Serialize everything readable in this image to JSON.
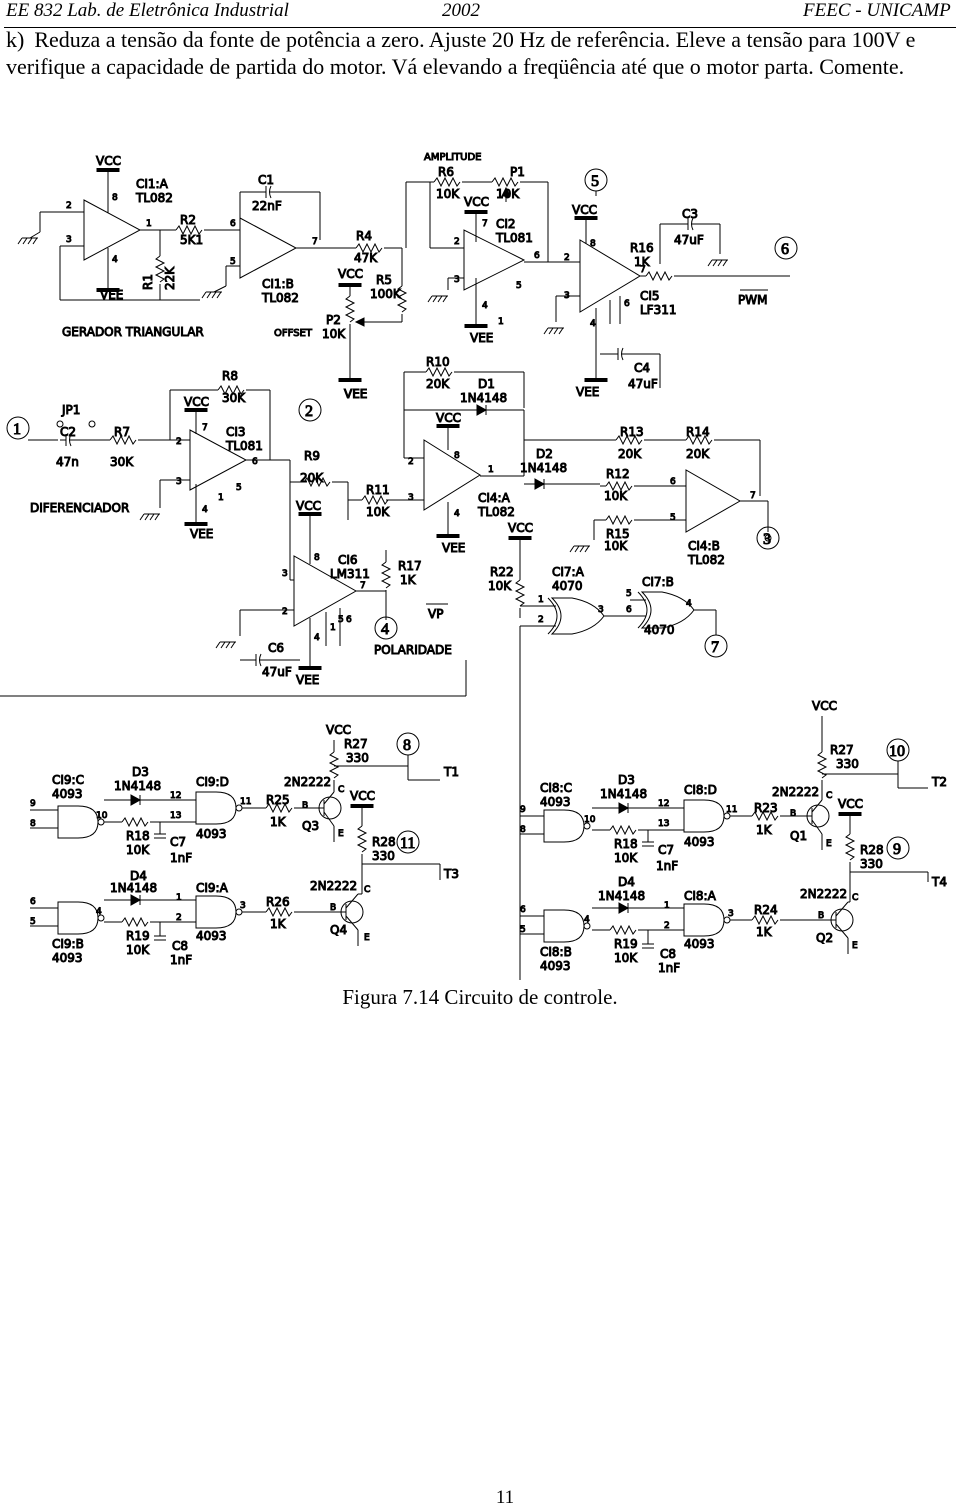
{
  "header": {
    "course": "EE 832  Lab. de Eletrônica Industrial",
    "year": "2002",
    "institution": "FEEC - UNICAMP"
  },
  "instruction": {
    "label": "k)",
    "text": "Reduza a tensão da fonte de potência a zero. Ajuste 20 Hz de referência. Eleve a tensão para 100V e verifique a capacidade de partida do motor. Vá elevando a freqüência até que o motor parta. Comente."
  },
  "schematic": {
    "vcc": "VCC",
    "vee": "VEE",
    "blocks": {
      "gerador": "GERADOR TRIANGULAR",
      "offset": "OFFSET",
      "amplitude": "AMPLITUDE",
      "diferenciador": "DIFERENCIADOR",
      "polaridade": "POLARIDADE",
      "pwm": "PWM",
      "vp": "VP"
    },
    "ics": {
      "ci1a": "CI1:A",
      "ci1a_t": "TL082",
      "ci1b": "CI1:B",
      "ci1b_t": "TL082",
      "ci2": "CI2",
      "ci2_t": "TL081",
      "ci5": "CI5",
      "ci5_t": "LF311",
      "ci3": "CI3",
      "ci3_t": "TL081",
      "ci4a": "CI4:A",
      "ci4a_t": "TL082",
      "ci4b": "CI4:B",
      "ci4b_t": "TL082",
      "ci6": "CI6",
      "ci6_t": "LM311",
      "ci7a": "CI7:A",
      "ci7a_t": "4070",
      "ci7b": "CI7:B",
      "ci7b_t": "4070",
      "ci9c": "CI9:C",
      "ci9c_t": "4093",
      "ci9d": "CI9:D",
      "ci9d_t": "4093",
      "ci9a": "CI9:A",
      "ci9a_t": "4093",
      "ci9b": "CI9:B",
      "ci9b_t": "4093",
      "ci8c": "CI8:C",
      "ci8c_t": "4093",
      "ci8d": "CI8:D",
      "ci8d_t": "4093",
      "ci8a": "CI8:A",
      "ci8a_t": "4093",
      "ci8b": "CI8:B",
      "ci8b_t": "4093"
    },
    "parts": {
      "r1": "R1",
      "r1v": "22K",
      "r2": "R2",
      "r2v": "5K1",
      "c1": "C1",
      "c1v": "22nF",
      "r4": "R4",
      "r4v": "47K",
      "r5": "R5",
      "r5v": "100K",
      "p2": "P2",
      "p2v": "10K",
      "r6": "R6",
      "r6v": "10K",
      "p1": "P1",
      "p1v": "10K",
      "r16": "R16",
      "r16v": "1K",
      "c3": "C3",
      "c3v": "47uF",
      "c4": "C4",
      "c4v": "47uF",
      "jp1": "JP1",
      "c2": "C2",
      "c2v": "47n",
      "r7": "R7",
      "r7v": "30K",
      "r8": "R8",
      "r8v": "30K",
      "r9": "R9",
      "r9v": "20K",
      "r10": "R10",
      "r10v": "20K",
      "d1": "D1",
      "d1v": "1N4148",
      "d2": "D2",
      "d2v": "1N4148",
      "r11": "R11",
      "r11v": "10K",
      "r13": "R13",
      "r13v": "20K",
      "r14": "R14",
      "r14v": "20K",
      "r12": "R12",
      "r12v": "10K",
      "r15": "R15",
      "r15v": "10K",
      "r17": "R17",
      "r17v": "1K",
      "r22": "R22",
      "r22v": "10K",
      "c6": "C6",
      "c6v": "47uF",
      "d3": "D3",
      "d3v": "1N4148",
      "d4": "D4",
      "d4v": "1N4148",
      "r18": "R18",
      "r18v": "10K",
      "r19": "R19",
      "r19v": "10K",
      "c7": "C7",
      "c7v": "1nF",
      "c8": "C8",
      "c8v": "1nF",
      "r25": "R25",
      "r25v": "1K",
      "r26": "R26",
      "r26v": "1K",
      "r27": "R27",
      "r27v": "330",
      "r28": "R28",
      "r28v": "330",
      "r23": "R23",
      "r23v": "1K",
      "r24": "R24",
      "r24v": "1K",
      "q1": "Q1",
      "q2": "Q2",
      "q3": "Q3",
      "q4": "Q4",
      "npn": "2N2222",
      "t1": "T1",
      "t2": "T2",
      "t3": "T3",
      "t4": "T4"
    },
    "nodes": {
      "n1": "1",
      "n2": "2",
      "n3": "3",
      "n4": "4",
      "n5": "5",
      "n6": "6",
      "n7": "7",
      "n8": "8",
      "n9": "9",
      "n10": "10",
      "n11": "11"
    }
  },
  "caption": "Figura 7.14 Circuito de controle.",
  "page_number": "11"
}
